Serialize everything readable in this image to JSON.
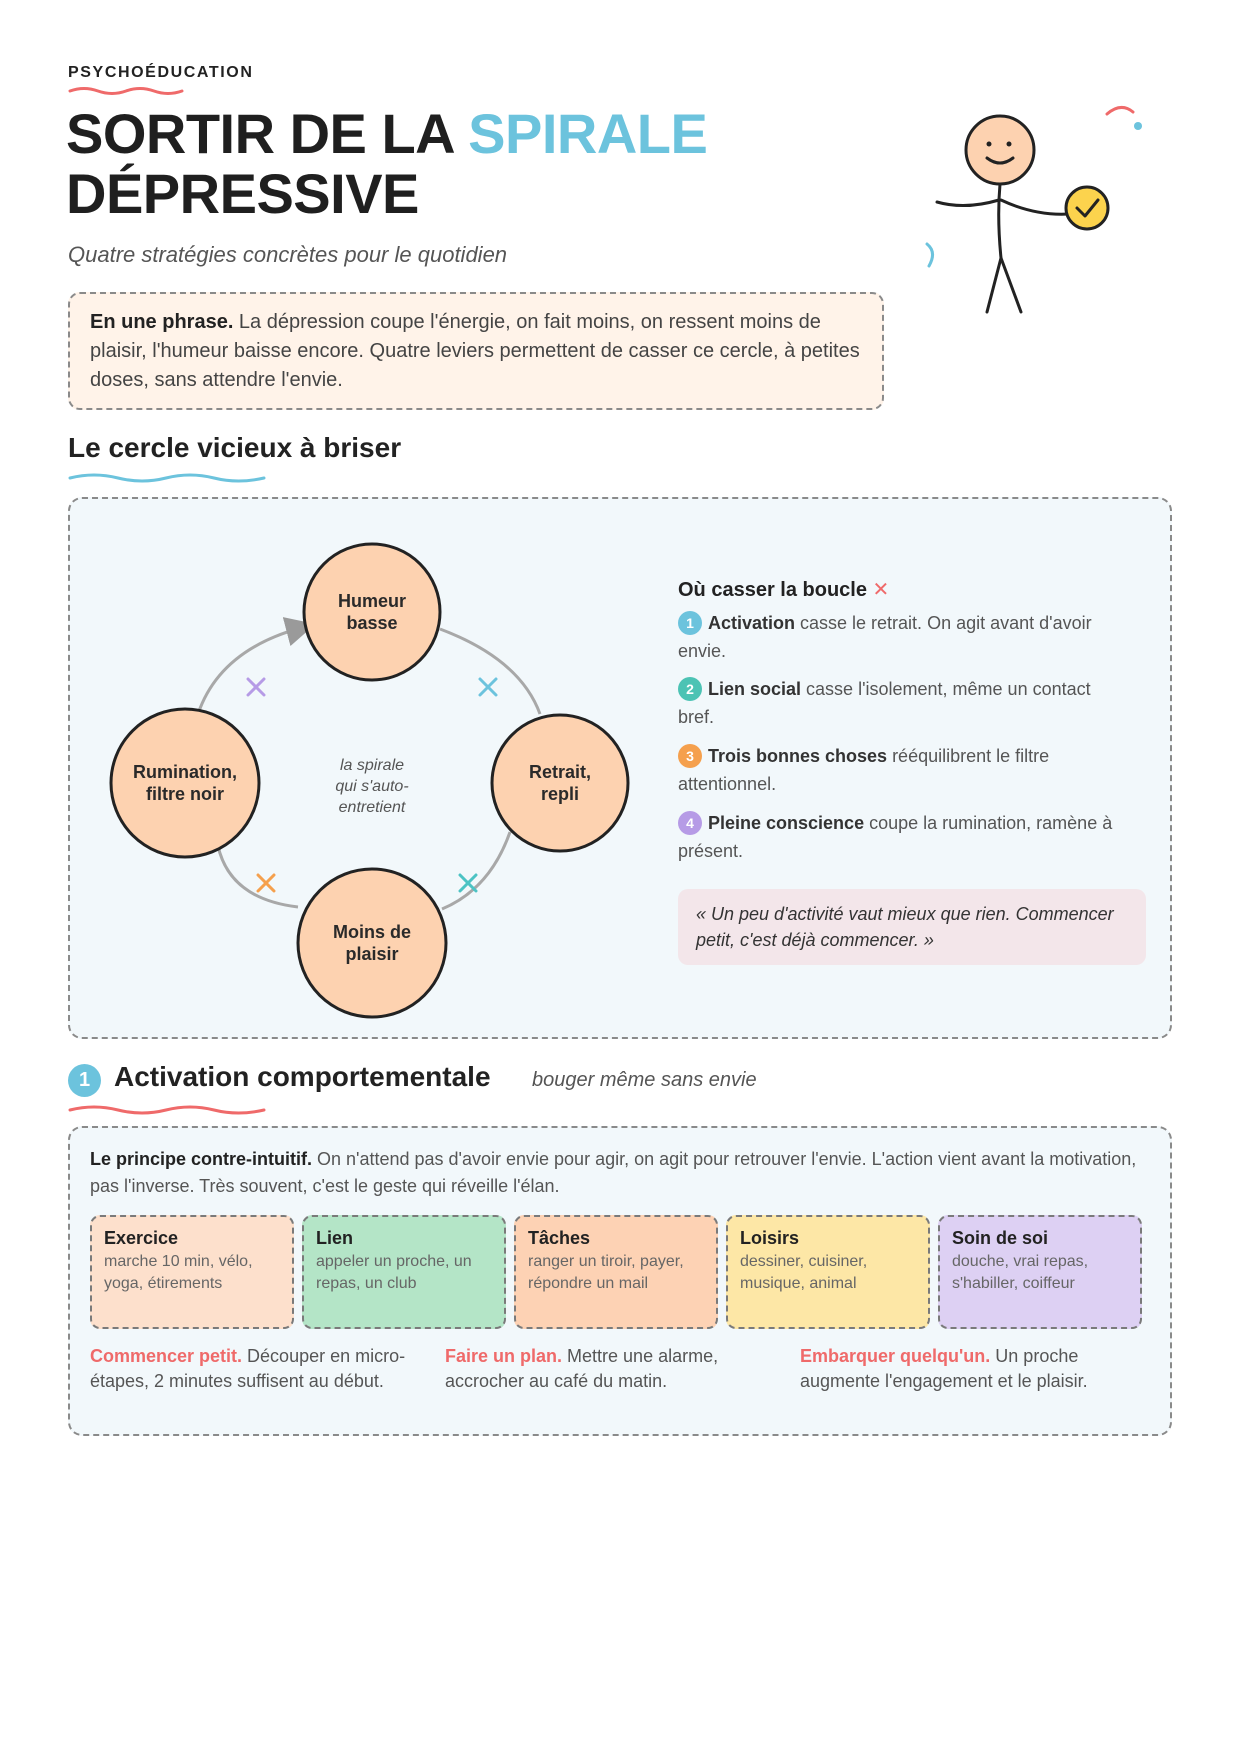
{
  "header": {
    "kicker": "PSYCHOÉDUCATION",
    "title_part1": "SORTIR DE LA ",
    "title_accent": "SPIRALE",
    "title_line2": "DÉPRESSIVE",
    "subtitle": "Quatre stratégies concrètes pour le quotidien"
  },
  "summary": {
    "lead": "En une phrase.",
    "text": " La dépression coupe l'énergie, on fait moins, on ressent moins de plaisir, l'humeur baisse encore. Quatre leviers permettent de casser ce cercle, à petites doses, sans attendre l'envie."
  },
  "cycle_section": {
    "heading": "Le cercle vicieux à briser",
    "nodes": [
      {
        "line1": "Humeur",
        "line2": "basse"
      },
      {
        "line1": "Retrait,",
        "line2": "repli"
      },
      {
        "line1": "Moins de",
        "line2": "plaisir"
      },
      {
        "line1": "Rumination,",
        "line2": "filtre noir"
      }
    ],
    "center_note": [
      "la spirale",
      "qui s'auto-",
      "entretient"
    ],
    "break_title": "Où casser la boucle",
    "break_mark": "✕",
    "levers": [
      {
        "num": "1",
        "color": "#6cc3dd",
        "bold": "Activation",
        "text": " casse le retrait. On agit avant d'avoir envie."
      },
      {
        "num": "2",
        "color": "#4cc3b4",
        "bold": "Lien social",
        "text": " casse l'isolement, même un contact bref."
      },
      {
        "num": "3",
        "color": "#f5a04d",
        "bold": "Trois bonnes choses",
        "text": " rééquilibrent le filtre attentionnel."
      },
      {
        "num": "4",
        "color": "#b69be6",
        "bold": "Pleine conscience",
        "text": " coupe la rumination, ramène à présent."
      }
    ],
    "quote": "« Un peu d'activité vaut mieux que rien. Commencer petit, c'est déjà commencer. »"
  },
  "activation_section": {
    "number": "1",
    "heading": "Activation comportementale",
    "subheading": "bouger même sans envie",
    "principle_lead": "Le principe contre-intuitif.",
    "principle_text": " On n'attend pas d'avoir envie pour agir, on agit pour retrouver l'envie. L'action vient avant la motivation, pas l'inverse. Très souvent, c'est le geste qui réveille l'élan.",
    "categories": [
      {
        "title": "Exercice",
        "desc": "marche 10 min, vélo, yoga, étirements",
        "color": "#fde0cc"
      },
      {
        "title": "Lien",
        "desc": "appeler un proche, un repas, un club",
        "color": "#b4e5c7"
      },
      {
        "title": "Tâches",
        "desc": "ranger un tiroir, payer, répondre un mail",
        "color": "#fdd2b4"
      },
      {
        "title": "Loisirs",
        "desc": "dessiner, cuisiner, musique, animal",
        "color": "#fde7a6"
      },
      {
        "title": "Soin de soi",
        "desc": "douche, vrai repas, s'habiller, coiffeur",
        "color": "#ddd0f3"
      }
    ],
    "tips": [
      {
        "bold": "Commencer petit.",
        "text": " Découper en micro-étapes, 2 minutes suffisent au début."
      },
      {
        "bold": "Faire un plan.",
        "text": " Mettre une alarme, accrocher au café du matin."
      },
      {
        "bold": "Embarquer quelqu'un.",
        "text": " Un proche augmente l'engagement et le plaisir."
      }
    ]
  },
  "colors": {
    "accent_blue": "#6cc3dd",
    "accent_red": "#ef6a6a",
    "node_fill": "#fdd2b0"
  }
}
